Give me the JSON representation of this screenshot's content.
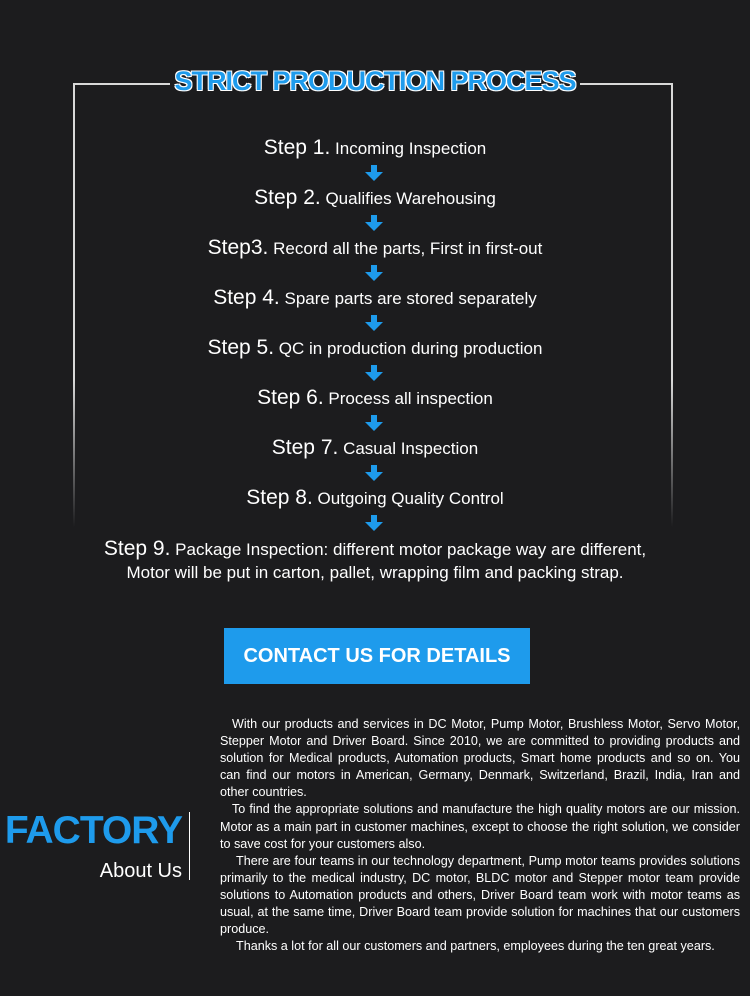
{
  "header": {
    "title": "STRICT PRODUCTION PROCESS"
  },
  "steps": [
    {
      "num": "Step 1.",
      "text": " Incoming Inspection"
    },
    {
      "num": "Step 2.",
      "text": " Qualifies Warehousing"
    },
    {
      "num": "Step3.",
      "text": " Record all the parts, First in first-out"
    },
    {
      "num": "Step 4.",
      "text": " Spare parts are stored separately"
    },
    {
      "num": "Step 5.",
      "text": " QC in production during production"
    },
    {
      "num": "Step 6.",
      "text": " Process all inspection"
    },
    {
      "num": "Step 7.",
      "text": " Casual Inspection"
    },
    {
      "num": "Step 8.",
      "text": " Outgoing Quality Control"
    },
    {
      "num": "Step 9.",
      "text": " Package Inspection: different motor package way are different,",
      "line2": "Motor will be put in carton, pallet, wrapping film and packing strap."
    }
  ],
  "cta": {
    "label": "CONTACT US FOR DETAILS"
  },
  "factory": {
    "title": "FACTORY",
    "subtitle": "About Us"
  },
  "about": {
    "paragraphs": [
      "With our products and services in DC Motor, Pump Motor, Brushless Motor, Servo Motor, Stepper Motor and Driver Board. Since 2010, we are committed to providing products and solution for Medical products, Automation products, Smart home products and so on. You can find our motors in American, Germany, Denmark, Switzerland, Brazil, India, Iran and other countries.",
      "To find the appropriate solutions and manufacture the high quality motors are our mission. Motor as a main part in customer machines, except to choose the right solution, we consider to save cost for your customers also.",
      "There are four teams in our technology department, Pump motor teams provides solutions primarily to the medical industry, DC motor, BLDC motor and Stepper motor team provide solutions to Automation products and others, Driver Board team work with motor teams as usual, at the same time, Driver Board team provide solution for machines that our customers produce.",
      "Thanks a lot for all our customers and partners, employees during the ten great years."
    ]
  },
  "colors": {
    "accent": "#1e9bec",
    "background": "#1c1c1e",
    "frame": "#d8d8d8"
  },
  "icons": {
    "step_arrow": "arrow-down-icon"
  }
}
